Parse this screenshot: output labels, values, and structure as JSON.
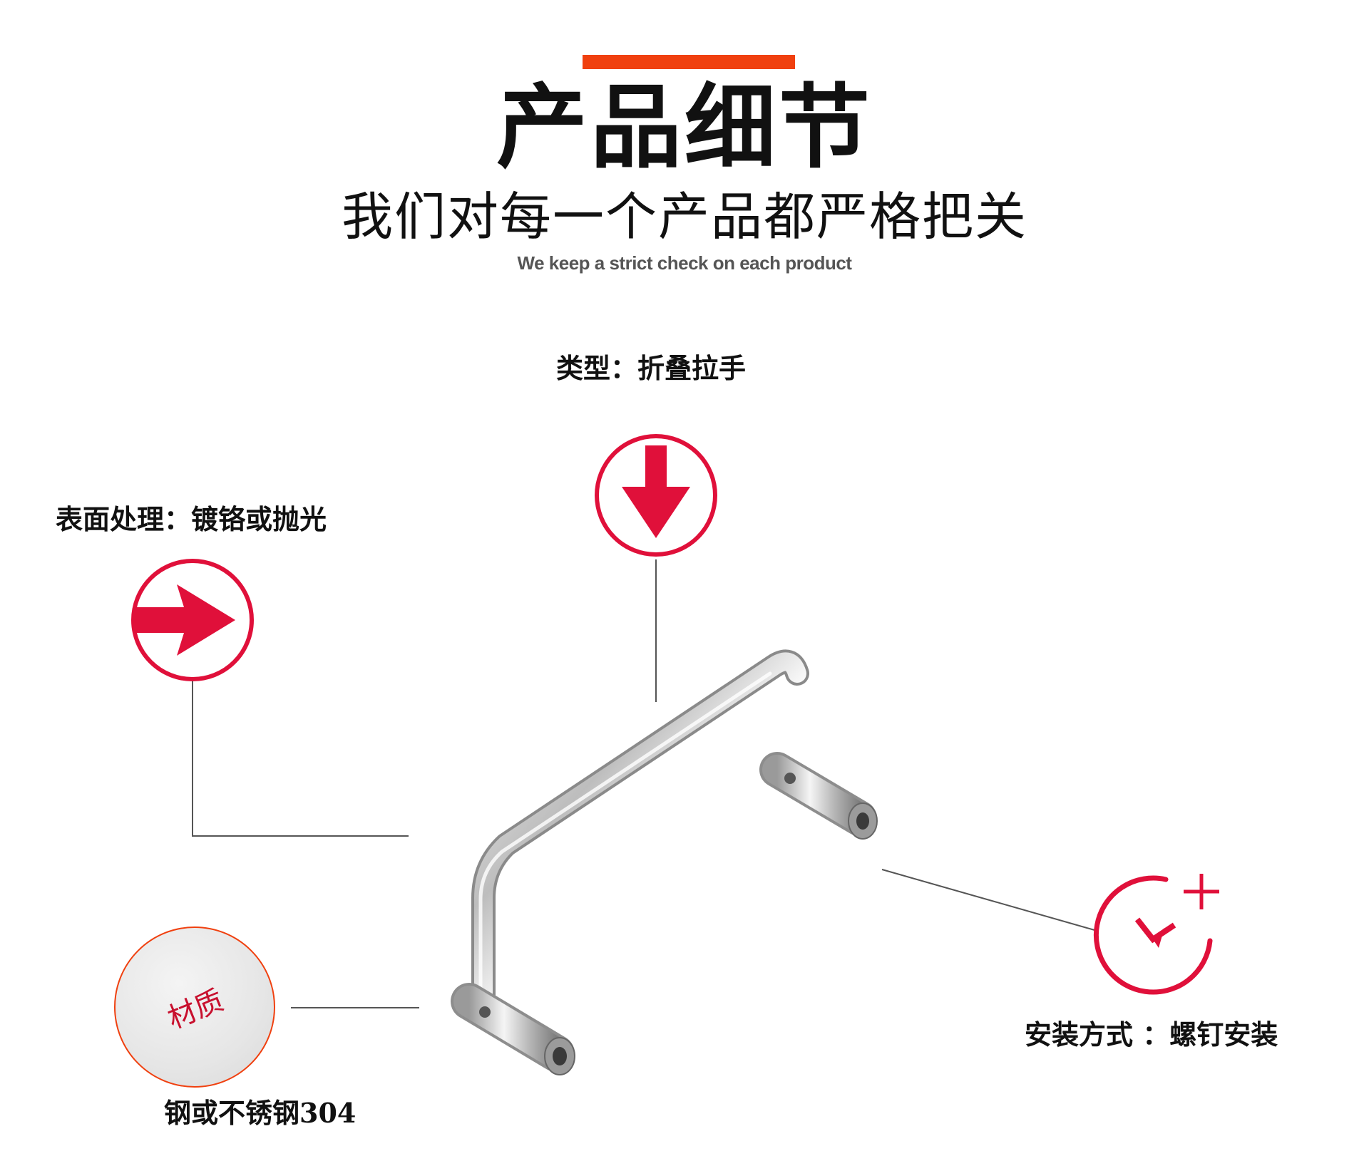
{
  "header": {
    "title": "产品细节",
    "subtitle": "我们对每一个产品都严格把关",
    "subtitle_en": "We keep a strict check on each product"
  },
  "colors": {
    "accent": "#f0400f",
    "icon_red": "#e0103a",
    "line": "#555555"
  },
  "features": {
    "type_label": "类型：折叠拉手",
    "surface_label": "表面处理：镀铬或抛光",
    "install_label": "安装方式 ：螺钉安装",
    "material_badge": "材质",
    "material_label": "钢或不锈钢304"
  },
  "icons": {
    "type_icon": "down-arrow-icon",
    "surface_icon": "right-arrow-icon",
    "install_icon": "clock-plus-icon"
  }
}
